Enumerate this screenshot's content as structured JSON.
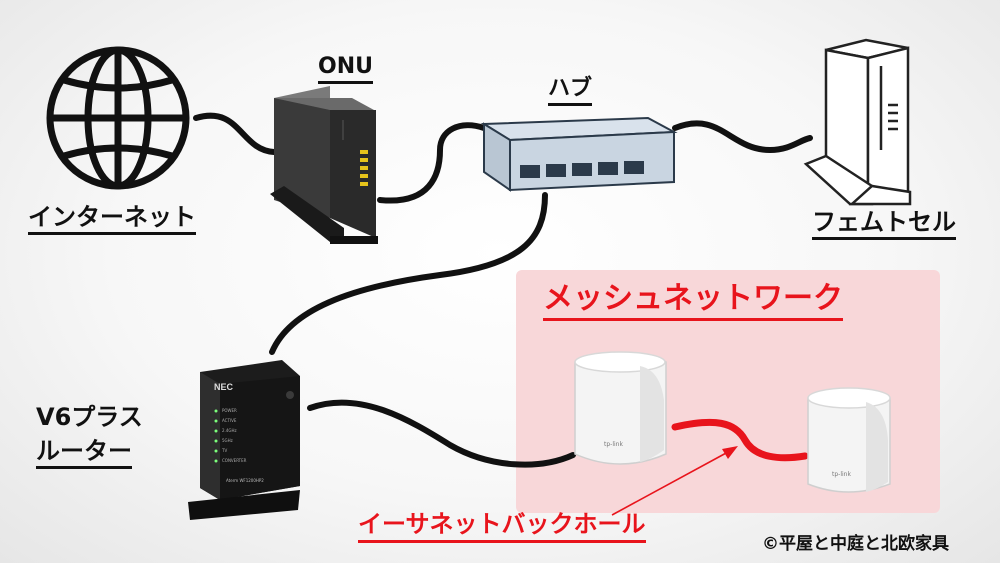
{
  "labels": {
    "internet": "インターネット",
    "onu": "ONU",
    "hub": "ハブ",
    "femtocell": "フェムトセル",
    "router_line1": "V6プラス",
    "router_line2": "ルーター",
    "mesh_network": "メッシュネットワーク",
    "ethernet_backhaul": "イーサネットバックホール",
    "copyright": "©平屋と中庭と北欧家具"
  },
  "devices": {
    "router_brand": "NEC",
    "router_model": "Aterm WF1200HP2",
    "router_leds": [
      "POWER",
      "ACTIVE",
      "2.4GHz",
      "5GHz",
      "TV",
      "CONVERTER"
    ],
    "mesh_brand": "tp-link"
  },
  "colors": {
    "accent_red": "#e8141c",
    "mesh_zone": "#f8d7d9",
    "cable": "#111111"
  }
}
